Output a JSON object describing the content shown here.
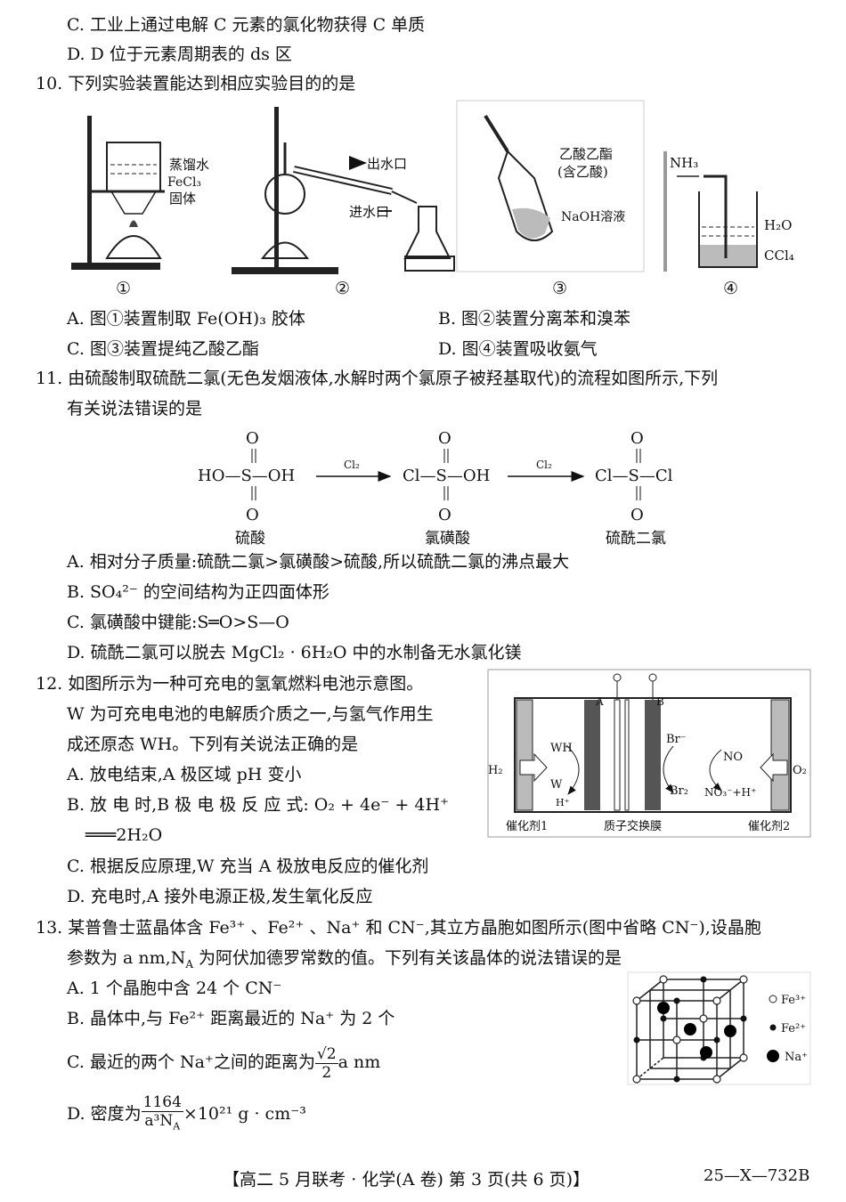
{
  "q9": {
    "optC": "C. 工业上通过电解 C 元素的氯化物获得 C 单质",
    "optD": "D. D 位于元素周期表的 ds 区"
  },
  "q10": {
    "stem": "10. 下列实验装置能达到相应实验目的的是",
    "fig1": {
      "label1": "蒸馏水",
      "label2": "FeCl₃",
      "label3": "固体",
      "num": "①"
    },
    "fig2": {
      "out": "出水口",
      "in": "进水口",
      "num": "②"
    },
    "fig3": {
      "label1": "乙酸乙酯",
      "label2": "(含乙酸)",
      "label3": "NaOH溶液",
      "num": "③"
    },
    "fig4": {
      "nh3": "NH₃",
      "h2o": "H₂O",
      "ccl4": "CCl₄",
      "num": "④"
    },
    "optA": "A. 图①装置制取 Fe(OH)₃ 胶体",
    "optB": "B. 图②装置分离苯和溴苯",
    "optC": "C. 图③装置提纯乙酸乙酯",
    "optD": "D. 图④装置吸收氨气"
  },
  "q11": {
    "stem1": "11. 由硫酸制取硫酰二氯(无色发烟液体,水解时两个氯原子被羟基取代)的流程如图所示,下列",
    "stem2": "有关说法错误的是",
    "m1": "HO—S—OH",
    "m2": "Cl—S—OH",
    "m3": "Cl—S—Cl",
    "o": "O",
    "reagent": "Cl₂",
    "name1": "硫酸",
    "name2": "氯磺酸",
    "name3": "硫酰二氯",
    "optA": "A. 相对分子质量:硫酰二氯>氯磺酸>硫酸,所以硫酰二氯的沸点最大",
    "optB": "B. SO₄²⁻ 的空间结构为正四面体形",
    "optC": "C. 氯磺酸中键能:S═O>S—O",
    "optD": "D. 硫酰二氯可以脱去 MgCl₂ · 6H₂O 中的水制备无水氯化镁"
  },
  "q12": {
    "stem1": "12. 如图所示为一种可充电的氢氧燃料电池示意图。",
    "stem2": "W 为可充电电池的电解质介质之一,与氢气作用生",
    "stem3": "成还原态 WH。下列有关说法正确的是",
    "optA": "A. 放电结束,A 极区域 pH 变小",
    "optB1": "B. 放 电 时,B 极 电 极 反 应 式: O₂ + 4e⁻ + 4H⁺",
    "optB2": "═══2H₂O",
    "optC": "C. 根据反应原理,W 充当 A 极放电反应的催化剂",
    "optD": "D. 充电时,A 接外电源正极,发生氧化反应",
    "fig": {
      "A": "A",
      "B": "B",
      "H2": "H₂",
      "O2": "O₂",
      "WH": "WH",
      "W": "W",
      "Hplus": "H⁺",
      "Brm": "Br⁻",
      "Br2": "Br₂",
      "NO": "NO",
      "NO3H": "NO₃⁻+H⁺",
      "cat1": "催化剂1",
      "membrane": "质子交换膜",
      "cat2": "催化剂2"
    }
  },
  "q13": {
    "stem1": "13. 某普鲁士蓝晶体含 Fe³⁺ 、Fe²⁺ 、Na⁺ 和 CN⁻,其立方晶胞如图所示(图中省略 CN⁻),设晶胞",
    "stem2": "参数为 a nm,N",
    "stem2sub": "A",
    "stem2b": " 为阿伏加德罗常数的值。下列有关该晶体的说法错误的是",
    "optA": "A. 1 个晶胞中含 24 个 CN⁻",
    "optB": "B. 晶体中,与 Fe²⁺ 距离最近的 Na⁺ 为 2 个",
    "optC_pre": "C. 最近的两个 Na⁺之间的距离为",
    "optC_num": "√2",
    "optC_den": "2",
    "optC_post": "a nm",
    "optD_pre": "D. 密度为",
    "optD_num": "1164",
    "optD_den": "a³N",
    "optD_densub": "A",
    "optD_post": "×10²¹ g · cm⁻³",
    "legend": {
      "fe3": "Fe³⁺",
      "fe2": "Fe²⁺",
      "na": "Na⁺"
    }
  },
  "footer": {
    "text": "【高二 5 月联考 · 化学(A 卷)  第 3 页(共 6 页)】",
    "code": "25—X—732B"
  }
}
